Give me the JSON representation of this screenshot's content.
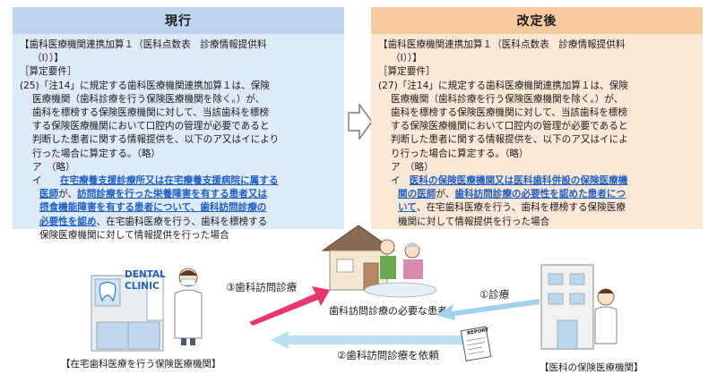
{
  "left_panel": {
    "title": "現行",
    "lines": [
      "【歯科医療機関連携加算１（医科点数表　診療情報提供料",
      "（Ⅰ））】",
      "［算定要件］",
      "(25)「注14」に規定する歯科医療機関連携加算１は、保険",
      "医療機関（歯科診療を行う保険医療機関を除く。）が、",
      "歯科を標榜する保険医療機関に対して、当該歯科を標榜",
      "する保険医療機関において口腔内の管理が必要であると",
      "判断した患者に関する情報提供を、以下のア又はイにより",
      "行った場合に算定する。（略）",
      "ア　（略）",
      "イ"
    ],
    "item_i": {
      "l1": "在宅療養支援診療所又は在宅療養支援病院に属する",
      "l2": "医師",
      "l2_mid": "が、",
      "l2_hl": "訪問診療を行った栄養障害を有する患者又は",
      "l3_hl": "摂食機能障害を有する患者について、歯科訪問診療の",
      "l4_hl": "必要性を認め",
      "l4_rest": "、在宅歯科医療を行う、歯科を標榜する",
      "l5": "保険医療機関に対して情報提供を行った場合"
    }
  },
  "right_panel": {
    "title": "改定後",
    "lines": [
      "【歯科医療機関連携加算１（医科点数表　診療情報提供料",
      "（Ⅰ））】",
      "［算定要件］",
      "(27)「注14」に規定する歯科医療機関連携加算１は、保険",
      "医療機関（歯科診療を行う保険医療機関を除く。）が、",
      "歯科を標榜する保険医療機関に対して、当該歯科を標榜",
      "する保険医療機関において口腔内の管理が必要であると",
      "判断した患者に関する情報提供を、以下のア又はイによ",
      "り行った場合に算定する。（略）",
      "ア　（略）",
      "イ"
    ],
    "item_i": {
      "l1": "医科の保険医療機関又は医科歯科併設の保険医療機",
      "l2_hl": "関の医師",
      "l2_mid": "が、",
      "l2_hl2": "歯科訪問診療の必要性を認めた患者につ",
      "l3_hl": "いて",
      "l3_rest": "、在宅歯科医療を行う、歯科を標榜する保険医療",
      "l4": "機関に対して情報提供を行った場合"
    }
  },
  "diagram": {
    "clinic_sign_1": "DENTAL",
    "clinic_sign_2": "CLINIC",
    "dental_caption": "【在宅歯科医療を行う保険医療機関】",
    "medical_caption": "【医科の保険医療機関】",
    "patient_caption": "歯科訪問診療の必要な患者",
    "step1": "①診療",
    "step2": "②歯科訪問診療を依頼",
    "step3": "③歯科訪問診療",
    "report_label": "REPORT",
    "colors": {
      "pink": "#e8366f",
      "blue": "#4ea6dc"
    }
  }
}
